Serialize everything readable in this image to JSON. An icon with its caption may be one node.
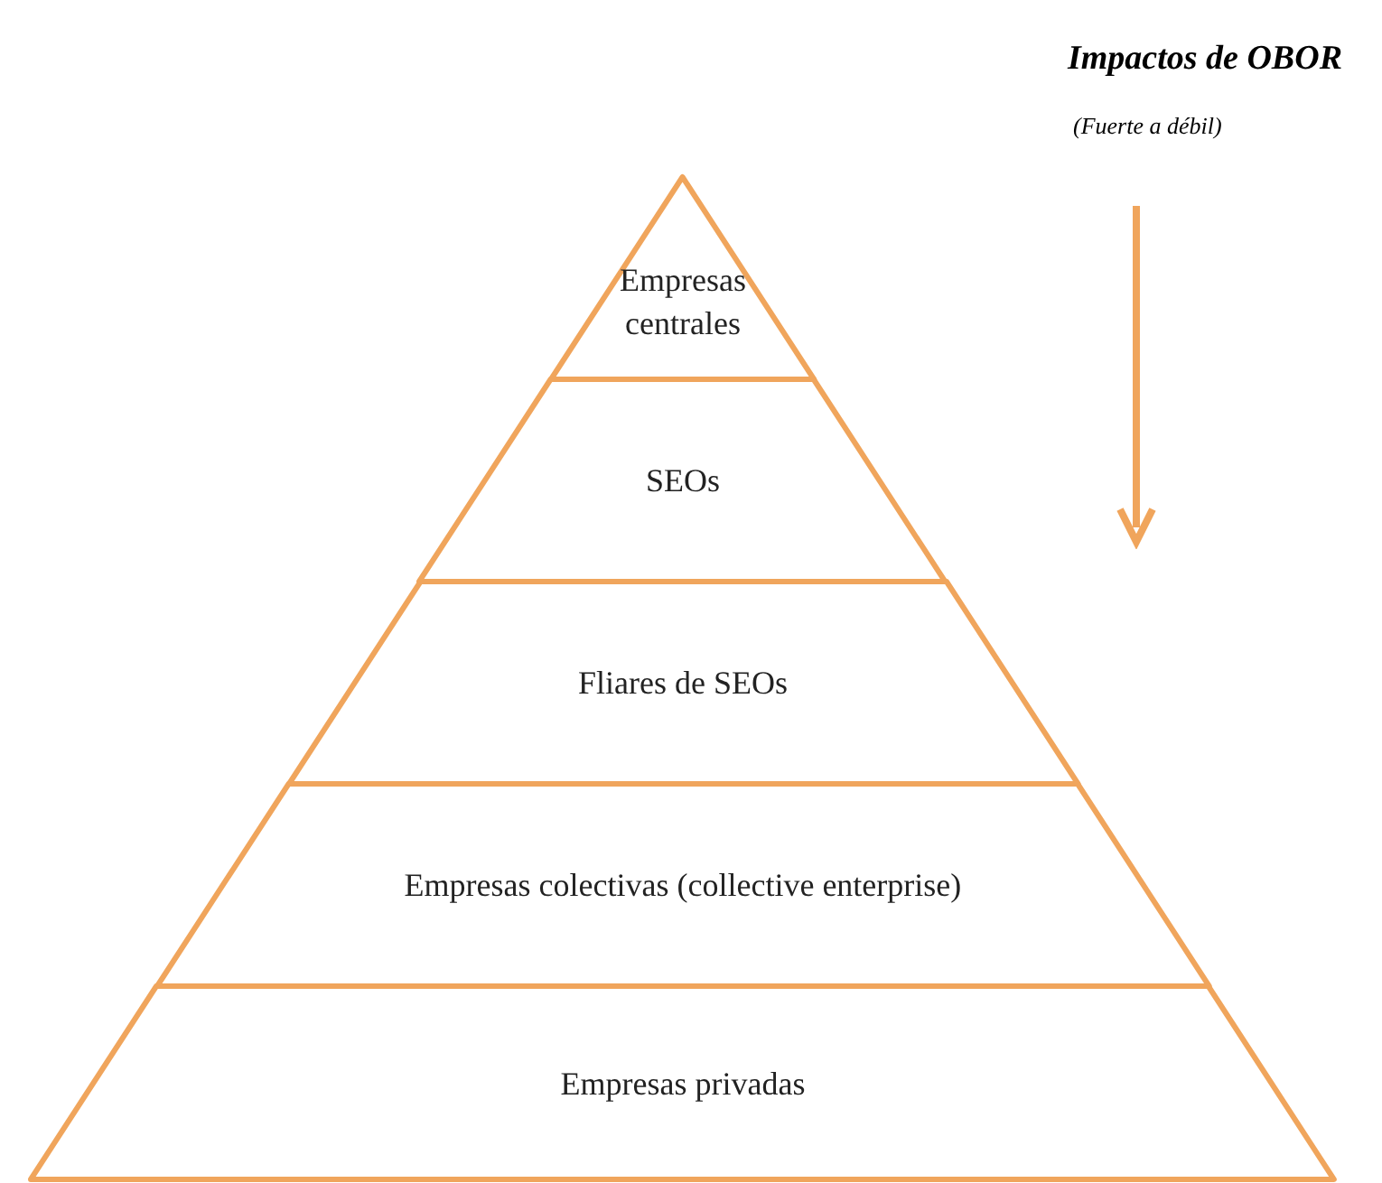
{
  "diagram": {
    "title": "Impactos de OBOR",
    "nodes": [
      {
        "text": [
          "Empresas centrales"
        ]
      },
      {
        "text": [
          "SEOs"
        ]
      },
      {
        "text": [
          "Fliares de SEOs"
        ]
      },
      {
        "text": [
          "Empresas colectivas (collective enterprise)"
        ]
      },
      {
        "text": [
          "Empresas privadas"
        ]
      }
    ],
    "labels": [
      "(Fuerte a débil)"
    ]
  }
}
